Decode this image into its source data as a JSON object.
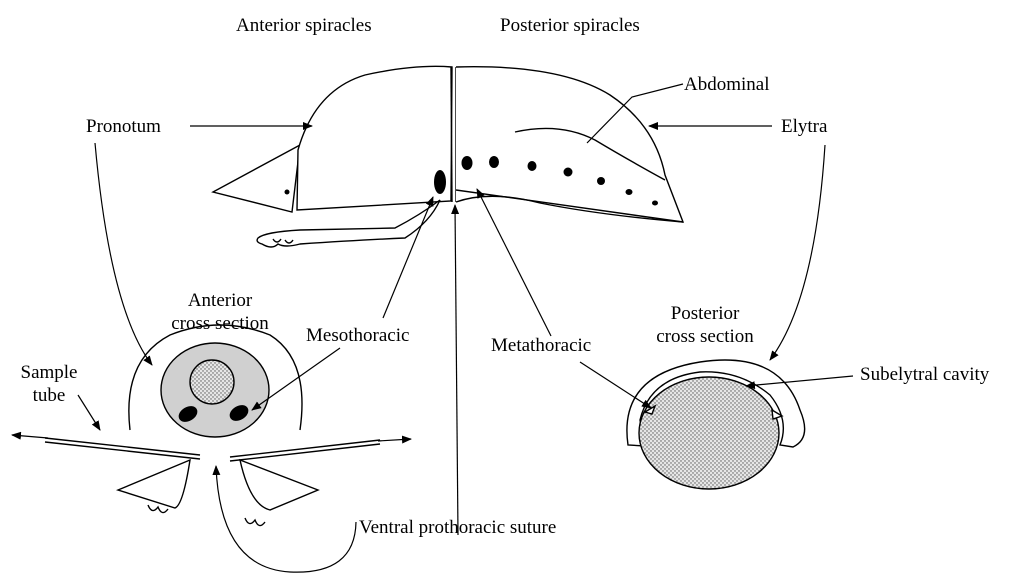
{
  "labels": {
    "anterior_spiracles": "Anterior spiracles",
    "posterior_spiracles": "Posterior spiracles",
    "abdominal": "Abdominal",
    "pronotum": "Pronotum",
    "elytra": "Elytra",
    "anterior_cross_section_line1": "Anterior",
    "anterior_cross_section_line2": "cross section",
    "mesothoracic": "Mesothoracic",
    "metathoracic": "Metathoracic",
    "posterior_cross_section_line1": "Posterior",
    "posterior_cross_section_line2": "cross section",
    "sample_tube_line1": "Sample",
    "sample_tube_line2": "tube",
    "subelytral_cavity": "Subelytral cavity",
    "ventral_prothoracic_suture": "Ventral prothoracic suture"
  },
  "colors": {
    "ink": "#000000",
    "cavity_fill": "#d0d0d0",
    "stipple_fill": "#bdbdbd"
  }
}
